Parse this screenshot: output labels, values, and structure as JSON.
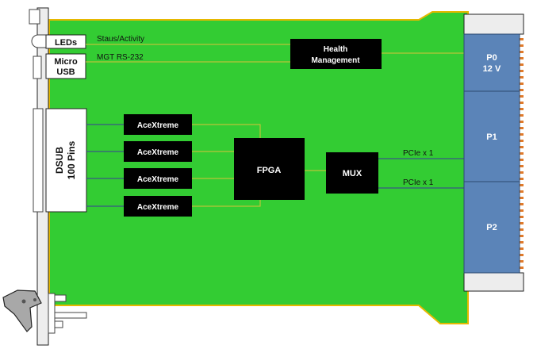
{
  "colors": {
    "board": "#33CC33",
    "board_outline": "#E6B800",
    "chip": "#000000",
    "chip_text": "#FFFFFF",
    "connector": "#5B84B8",
    "connector_outline": "#2E4A70",
    "panel": "#D9D9D9",
    "wire_yellow": "#D8C23A",
    "wire_blue": "#3A3A9A"
  },
  "front_panel": {
    "leds_label": "LEDs",
    "usb_label_line1": "Micro",
    "usb_label_line2": "USB",
    "dsub_label_line1": "DSUB",
    "dsub_label_line2": "100 Pins"
  },
  "signals": {
    "status": "Staus/Activity",
    "serial": "MGT RS-232",
    "pcie_top": "PCIe x 1",
    "pcie_bottom": "PCIe x 1"
  },
  "blocks": {
    "health_line1": "Health",
    "health_line2": "Management",
    "acextreme": [
      "AceXtreme",
      "AceXtreme",
      "AceXtreme",
      "AceXtreme"
    ],
    "fpga": "FPGA",
    "mux": "MUX"
  },
  "connectors": {
    "p0_line1": "P0",
    "p0_line2": "12 V",
    "p1": "P1",
    "p2": "P2"
  }
}
